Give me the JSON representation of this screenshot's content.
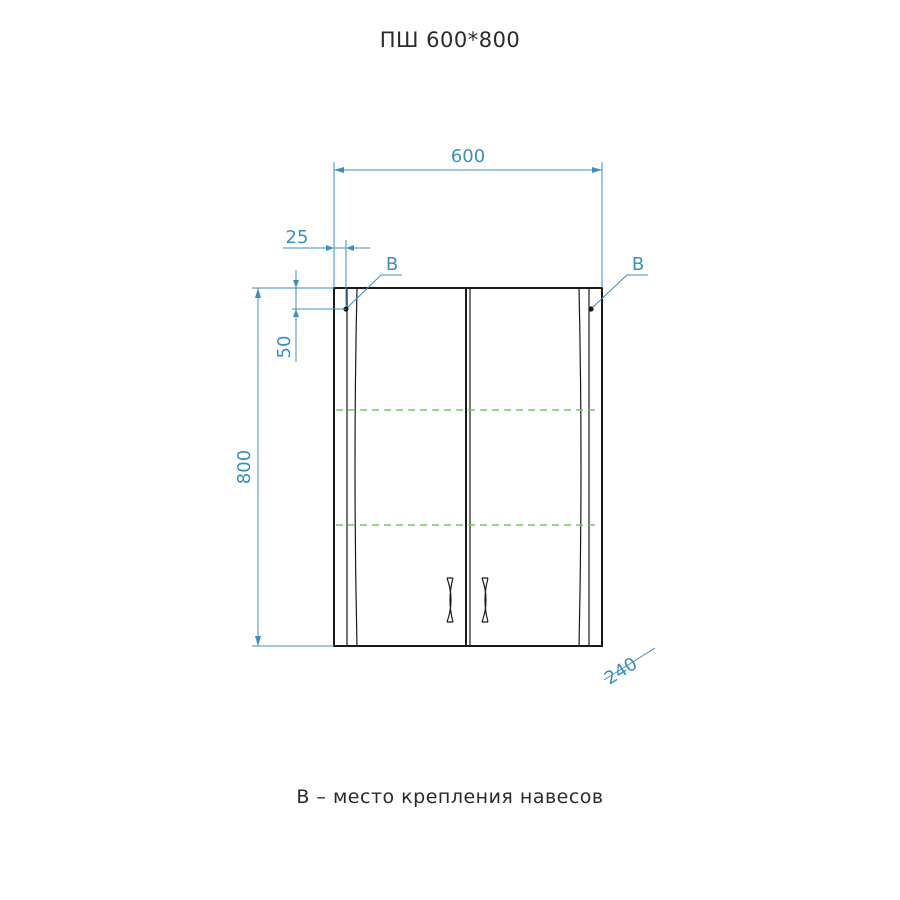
{
  "title": "ПШ 600*800",
  "dimensions": {
    "width": "600",
    "height": "800",
    "depth": "240",
    "hanger_offset_x": "25",
    "hanger_offset_y": "50"
  },
  "mount_point_label_left": "B",
  "mount_point_label_right": "B",
  "legend": "B – место крепления навесов",
  "colors": {
    "dimension": "#3a8fbf",
    "outline": "#1a1a1a",
    "shelf": "#7cc46a"
  }
}
